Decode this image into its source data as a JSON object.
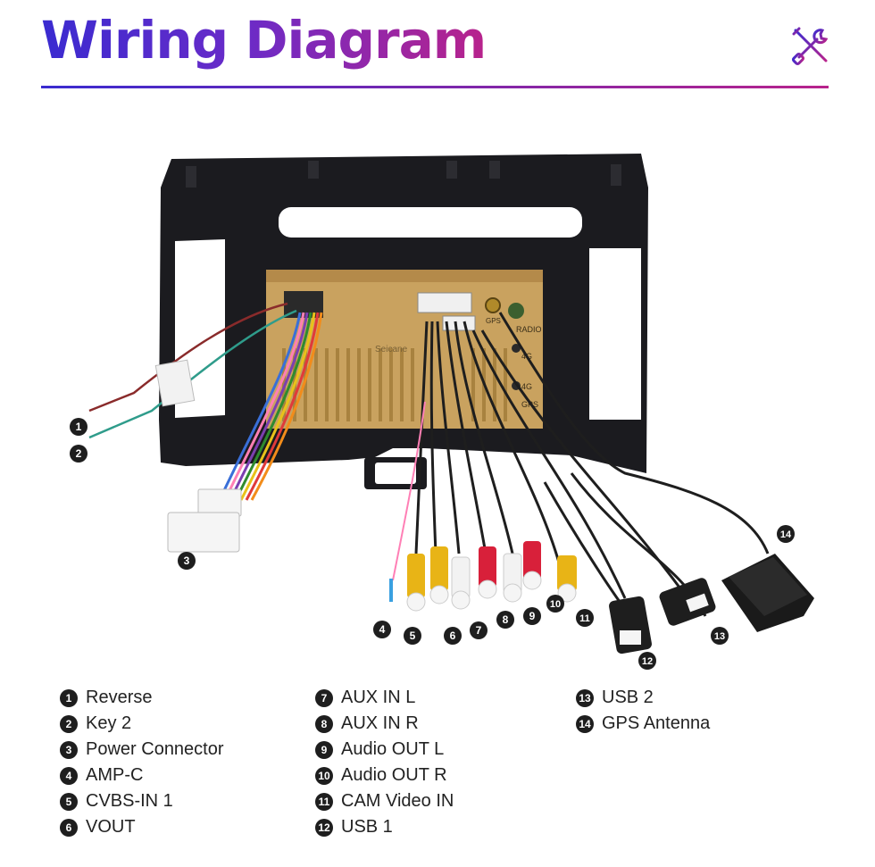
{
  "header": {
    "title": "Wiring Diagram",
    "icon": "tools-icon",
    "gradient_start": "#3a2bd0",
    "gradient_end": "#b8238c"
  },
  "unit_watermark": "Seicane",
  "unit_labels": [
    "GPS",
    "RADIO",
    "4G",
    "4G",
    "GPS"
  ],
  "markers": [
    "1",
    "2",
    "3",
    "4",
    "5",
    "6",
    "7",
    "8",
    "9",
    "10",
    "11",
    "12",
    "13",
    "14"
  ],
  "legend": {
    "col1": [
      {
        "num": "1",
        "label": "Reverse"
      },
      {
        "num": "2",
        "label": "Key 2"
      },
      {
        "num": "3",
        "label": "Power Connector"
      },
      {
        "num": "4",
        "label": "AMP-C"
      },
      {
        "num": "5",
        "label": "CVBS-IN 1"
      },
      {
        "num": "6",
        "label": "VOUT"
      }
    ],
    "col2": [
      {
        "num": "7",
        "label": "AUX IN L"
      },
      {
        "num": "8",
        "label": "AUX IN R"
      },
      {
        "num": "9",
        "label": "Audio OUT L"
      },
      {
        "num": "10",
        "label": "Audio OUT R"
      },
      {
        "num": "11",
        "label": "CAM Video IN"
      },
      {
        "num": "12",
        "label": "USB 1"
      }
    ],
    "col3": [
      {
        "num": "13",
        "label": "USB 2"
      },
      {
        "num": "14",
        "label": "GPS Antenna"
      }
    ]
  },
  "colors": {
    "bezel": "#1b1b1f",
    "chassis": "#c9a25f",
    "rca_yellow": "#e8b416",
    "rca_white": "#f2f2f2",
    "rca_red": "#d8203a"
  }
}
